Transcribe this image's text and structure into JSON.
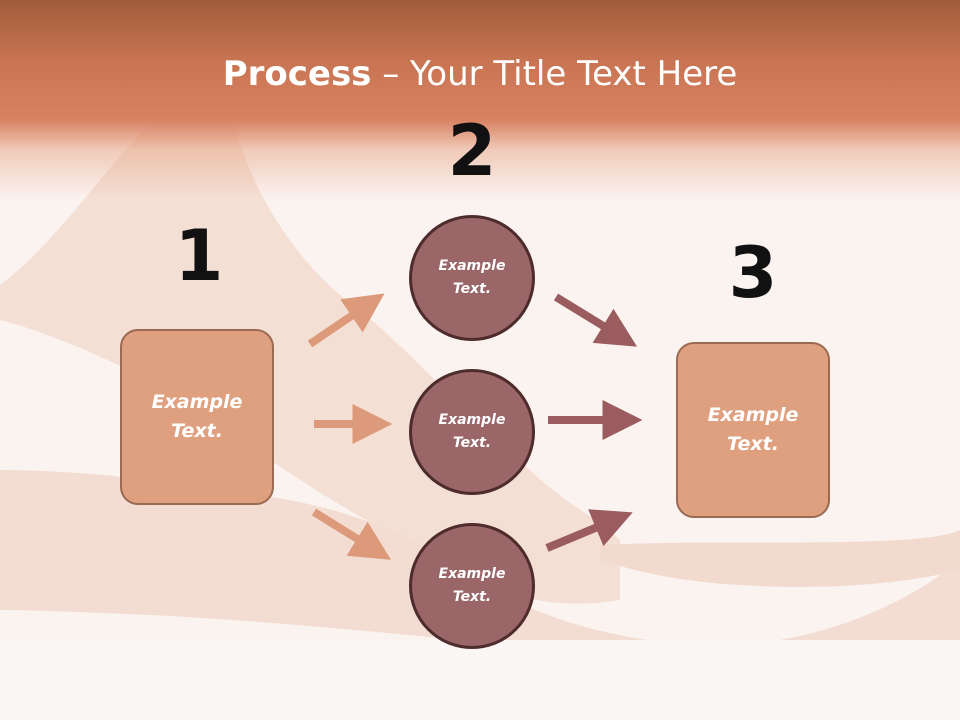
{
  "title": {
    "bold": "Process",
    "rest": " – Your Title Text Here"
  },
  "steps": [
    {
      "number": "1",
      "text_line1": "Example",
      "text_line2": "Text."
    },
    {
      "number": "2"
    },
    {
      "number": "3",
      "text_line1": "Example",
      "text_line2": "Text."
    }
  ],
  "circles": [
    {
      "line1": "Example",
      "line2": "Text."
    },
    {
      "line1": "Example",
      "line2": "Text."
    },
    {
      "line1": "Example",
      "line2": "Text."
    }
  ],
  "colors": {
    "header": "#c87452",
    "box_fill": "#dfa080",
    "circle_fill": "#9a6668",
    "arrow_light": "#dc9a7a",
    "arrow_dark": "#9a5c5e"
  }
}
